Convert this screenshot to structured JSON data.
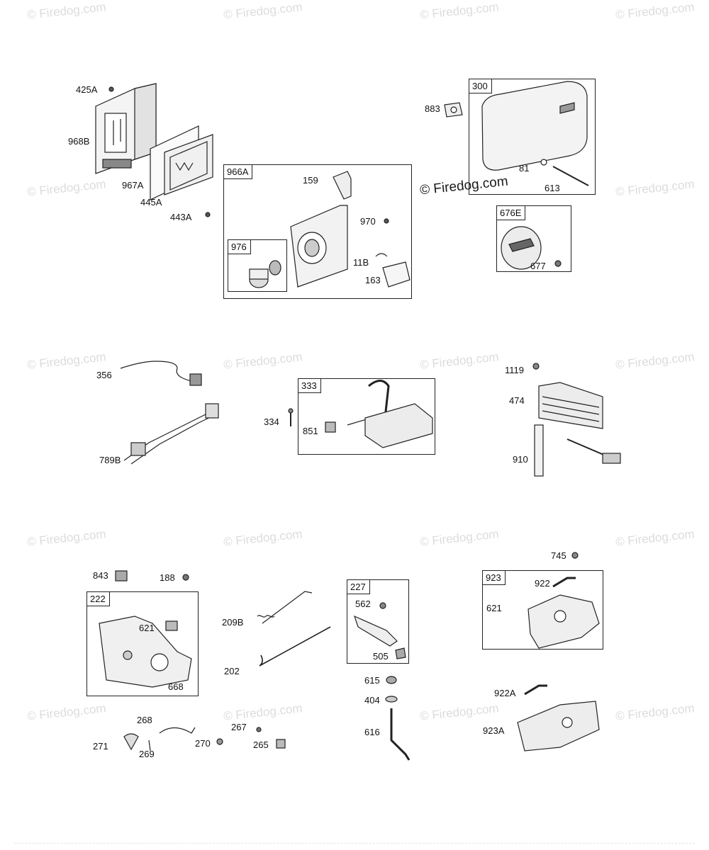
{
  "watermarks": [
    "© Firedog.com",
    "© Firedog.com",
    "© Firedog.com",
    "© Firedog.com",
    "© Firedog.com",
    "© Firedog.com",
    "© Firedog.com",
    "© Firedog.com",
    "© Firedog.com",
    "© Firedog.com",
    "© Firedog.com",
    "© Firedog.com",
    "© Firedog.com",
    "© Firedog.com",
    "© Firedog.com",
    "© Firedog.com",
    "© Firedog.com",
    "© Firedog.com",
    "© Firedog.com",
    "© Firedog.com"
  ],
  "main_watermark": "© Firedog.com",
  "boxes": {
    "b966A": "966A",
    "b976": "976",
    "b300": "300",
    "b676E": "676E",
    "b333": "333",
    "b222": "222",
    "b227": "227",
    "b923": "923"
  },
  "labels": {
    "p425A": "425A",
    "p968B": "968B",
    "p967A": "967A",
    "p445A": "445A",
    "p443A": "443A",
    "p159": "159",
    "p970": "970",
    "p11B": "11B",
    "p163": "163",
    "p883": "883",
    "p81": "81",
    "p613": "613",
    "p677": "677",
    "p356": "356",
    "p789B": "789B",
    "p334": "334",
    "p851": "851",
    "p1119": "1119",
    "p474": "474",
    "p910": "910",
    "p843": "843",
    "p188": "188",
    "p621a": "621",
    "p668": "668",
    "p209B": "209B",
    "p202": "202",
    "p562": "562",
    "p505": "505",
    "p615": "615",
    "p404": "404",
    "p616": "616",
    "p745": "745",
    "p922": "922",
    "p621b": "621",
    "p922A": "922A",
    "p923A": "923A",
    "p268": "268",
    "p271": "271",
    "p269": "269",
    "p270": "270",
    "p267": "267",
    "p265": "265"
  }
}
